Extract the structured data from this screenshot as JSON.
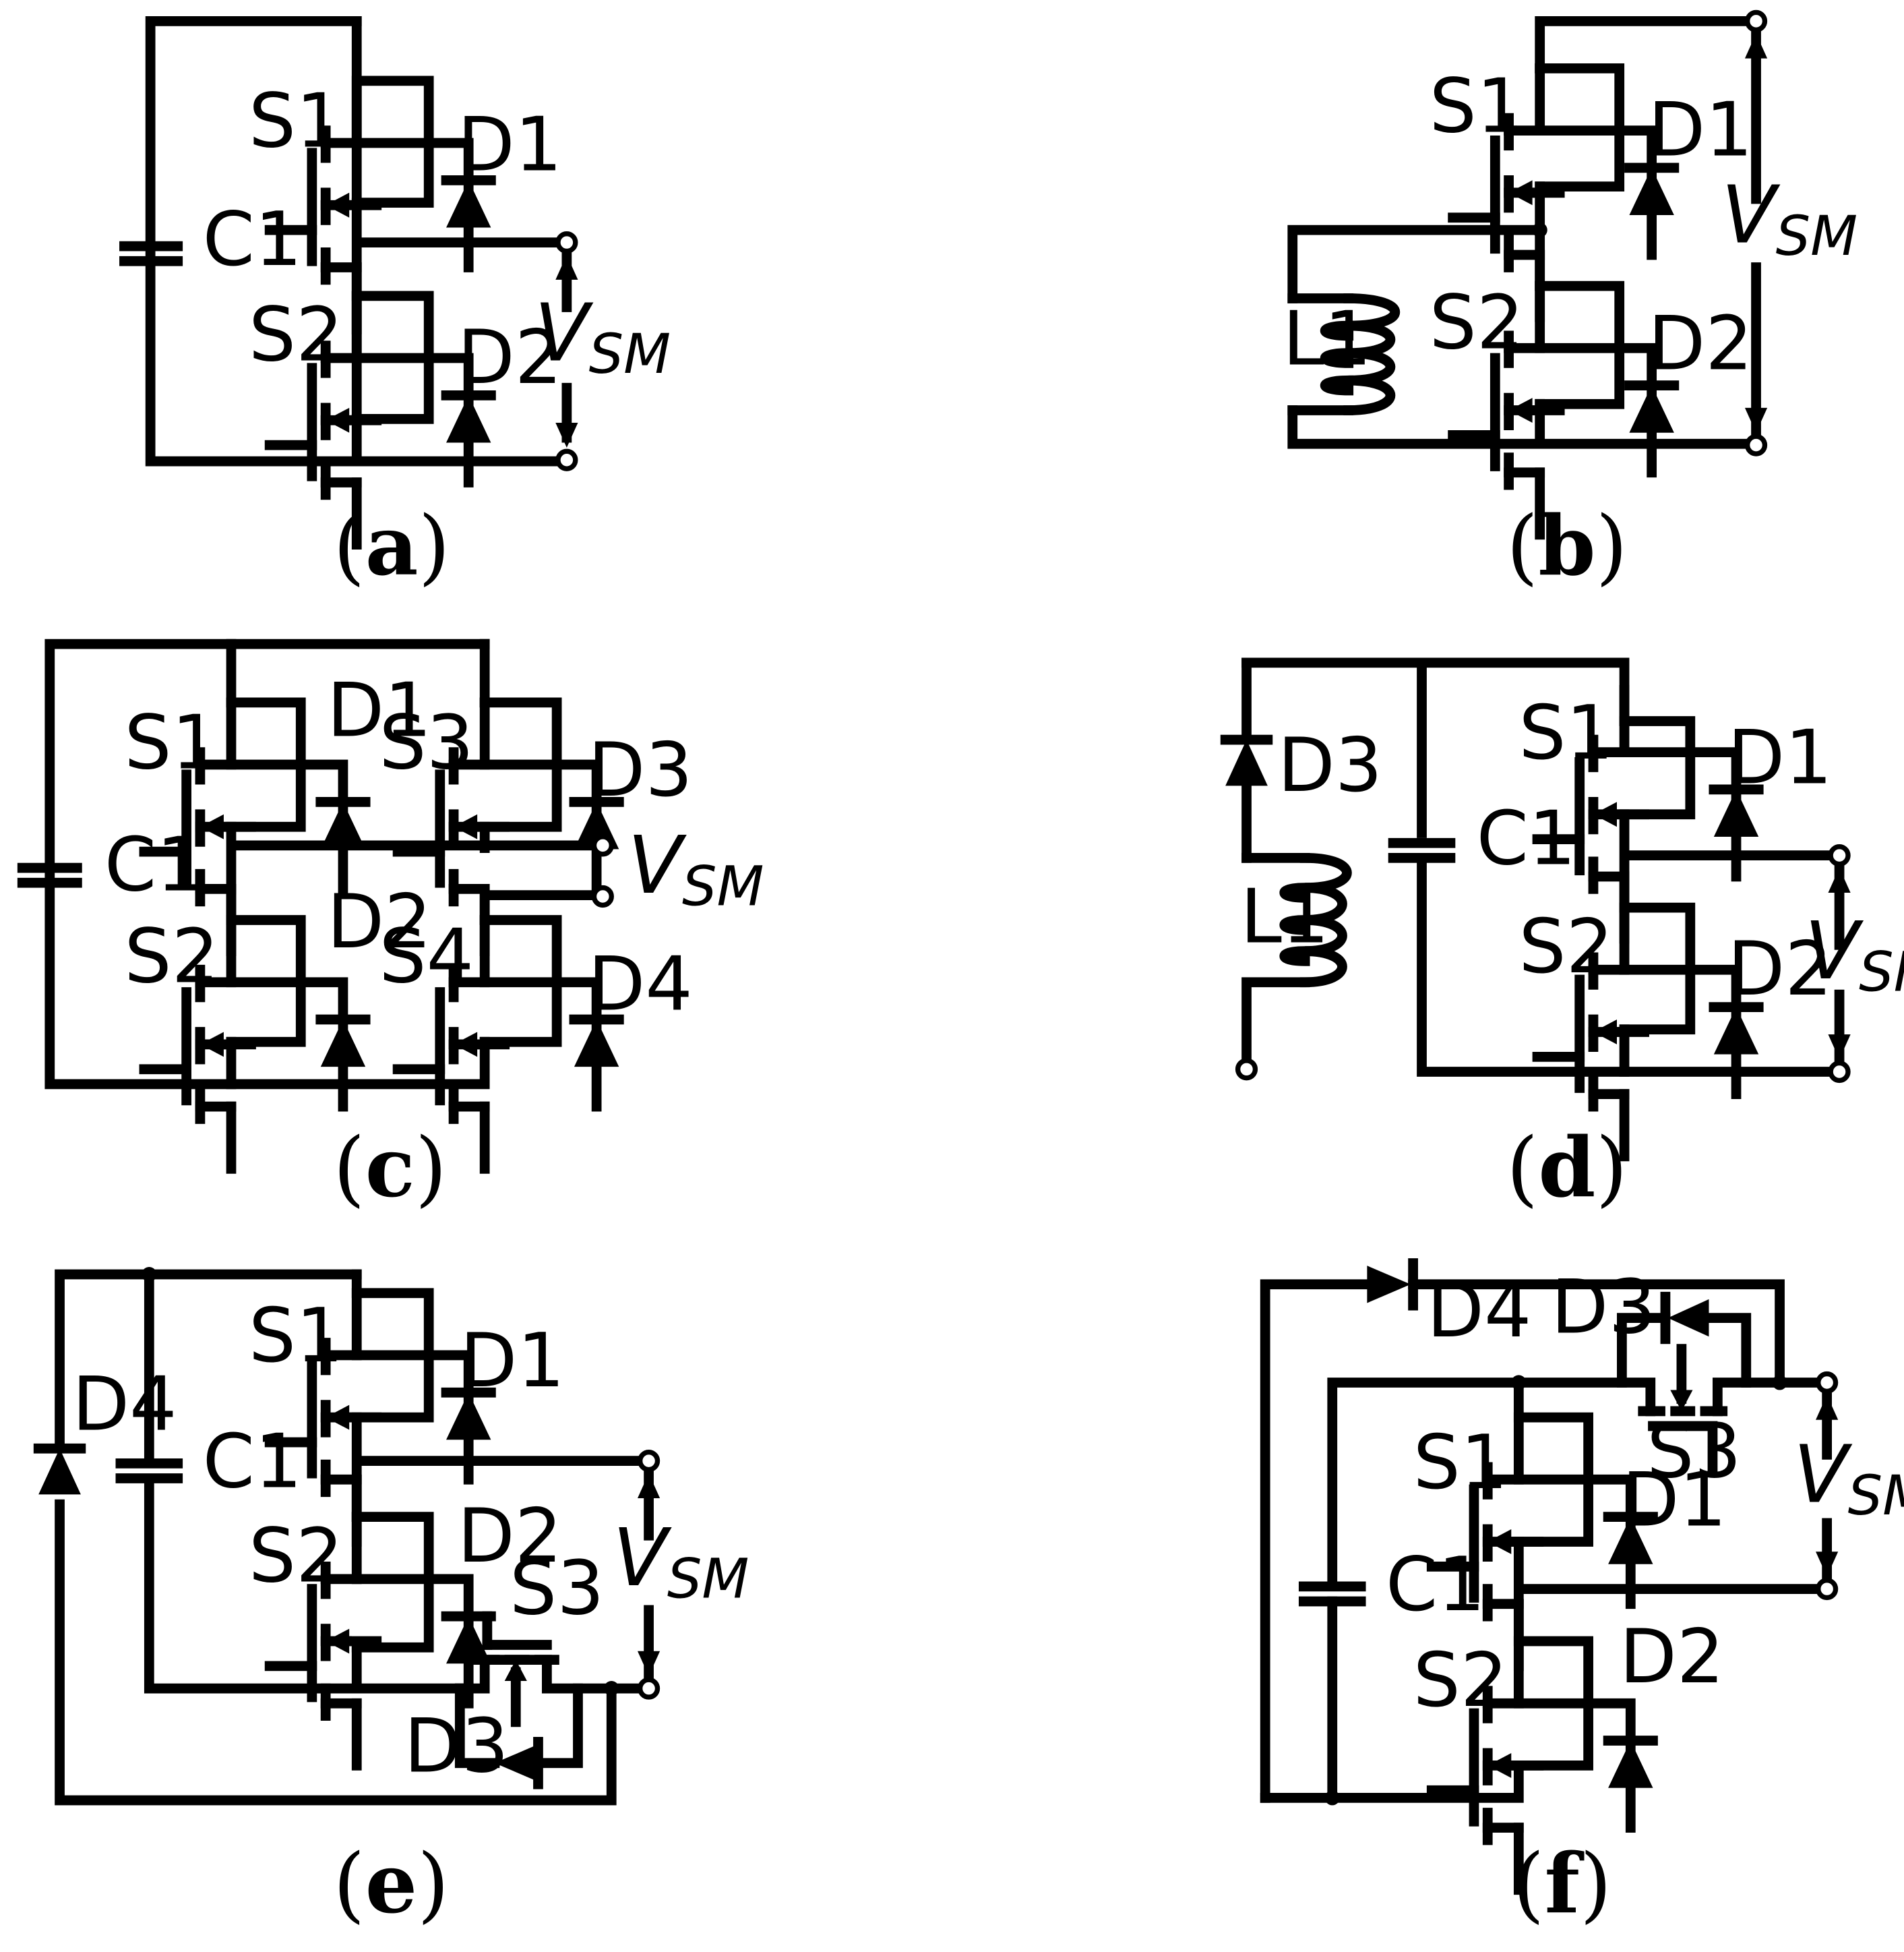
{
  "panels": [
    {
      "id": "a",
      "caption_letter": "a",
      "labels": {
        "s1": "S1",
        "d1": "D1",
        "s2": "S2",
        "d2": "D2",
        "c1": "C1",
        "v": "V",
        "vsub": "SM"
      }
    },
    {
      "id": "b",
      "caption_letter": "b",
      "labels": {
        "s1": "S1",
        "d1": "D1",
        "s2": "S2",
        "d2": "D2",
        "l1": "L1",
        "v": "V",
        "vsub": "SM"
      }
    },
    {
      "id": "c",
      "caption_letter": "c",
      "labels": {
        "s1": "S1",
        "d1": "D1",
        "s3": "S3",
        "d3": "D3",
        "s2": "S2",
        "d2": "D2",
        "s4": "S4",
        "d4": "D4",
        "c1": "C1",
        "v": "V",
        "vsub": "SM"
      }
    },
    {
      "id": "d",
      "caption_letter": "d",
      "labels": {
        "d3": "D3",
        "l1": "L1",
        "c1": "C1",
        "s1": "S1",
        "d1": "D1",
        "s2": "S2",
        "d2": "D2",
        "v": "V",
        "vsub": "SM"
      }
    },
    {
      "id": "e",
      "caption_letter": "e",
      "labels": {
        "d4": "D4",
        "c1": "C1",
        "s1": "S1",
        "d1": "D1",
        "s2": "S2",
        "d2": "D2",
        "s3": "S3",
        "d3": "D3",
        "v": "V",
        "vsub": "SM"
      }
    },
    {
      "id": "f",
      "caption_letter": "f",
      "labels": {
        "d4": "D4",
        "d3": "D3",
        "s3": "S3",
        "c1": "C1",
        "s1": "S1",
        "d1": "D1",
        "s2": "S2",
        "d2": "D2",
        "v": "V",
        "vsub": "SM"
      }
    }
  ],
  "colors": {
    "stroke": "#000000",
    "background": "#ffffff"
  }
}
